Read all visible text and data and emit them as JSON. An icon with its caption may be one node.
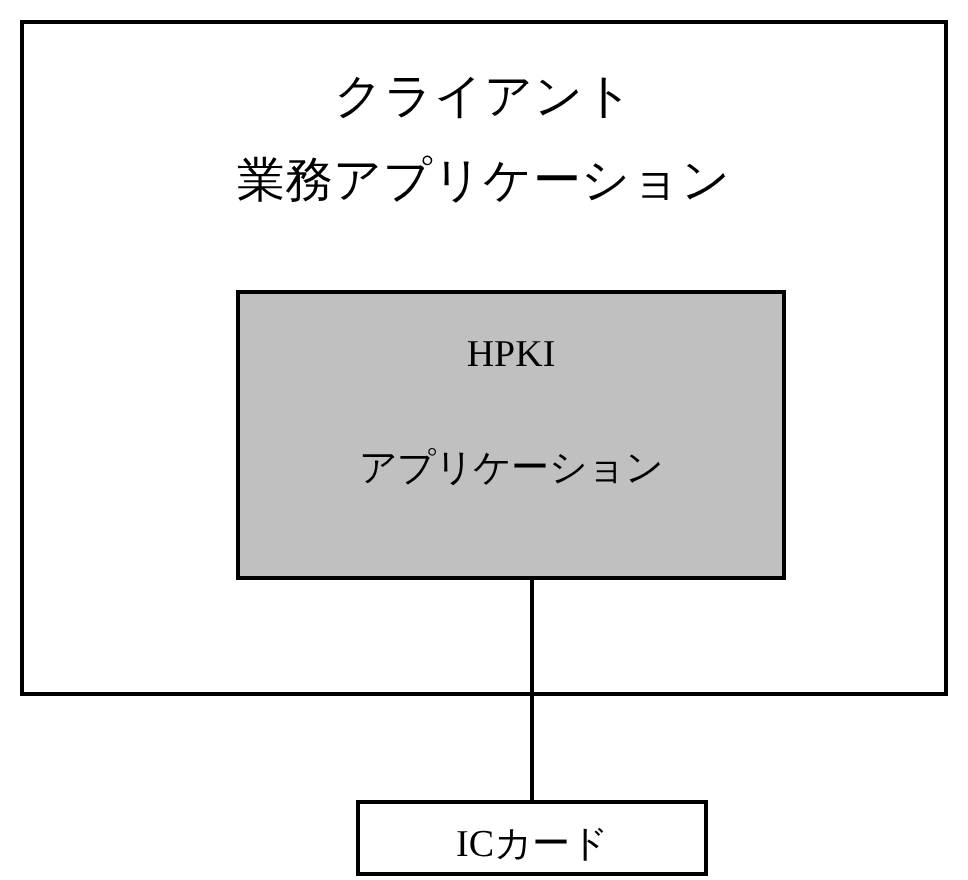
{
  "diagram": {
    "nodes": [
      {
        "text": [
          "クライアント",
          "業務アプリケーション"
        ]
      },
      {
        "text": [
          "HPKI",
          "アプリケーション"
        ],
        "in": 0
      },
      {
        "text": [
          "ICカード"
        ]
      }
    ],
    "edges": [
      {
        "from": 1,
        "to": 2,
        "arrow": "none"
      }
    ]
  }
}
